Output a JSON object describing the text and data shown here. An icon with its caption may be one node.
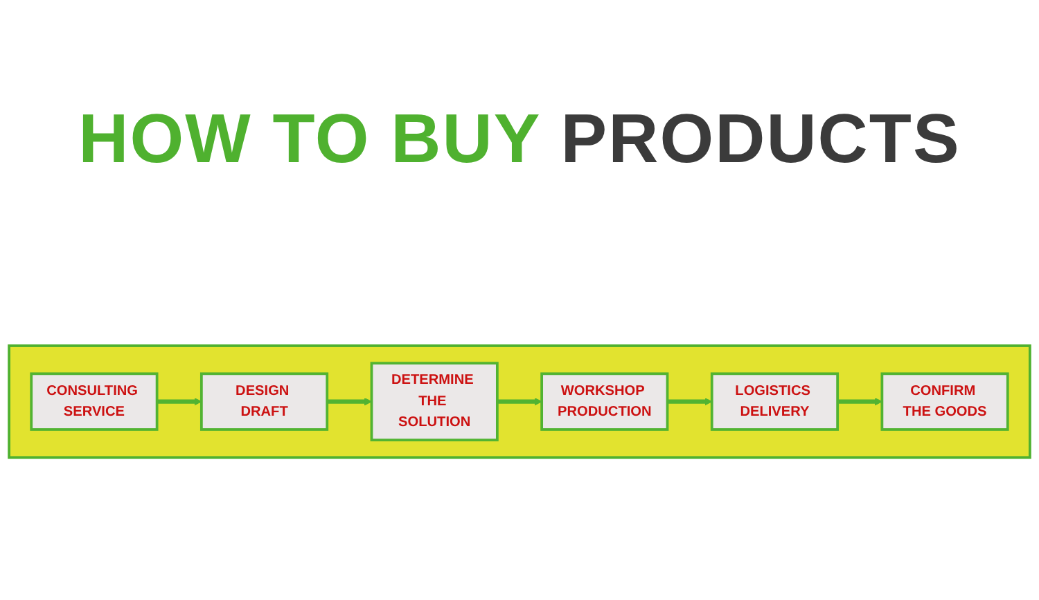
{
  "diagram": {
    "title": "HOW TO BUY PRODUCTS",
    "nodes": [
      {
        "text": [],
        "shape": "box"
      },
      {
        "text": [
          "CONSULTING SERVICE"
        ],
        "in": 0
      },
      {
        "text": [
          "DESIGN DRAFT"
        ],
        "in": 0
      },
      {
        "text": [
          "DETERMINE THE SOLUTION"
        ],
        "in": 0
      },
      {
        "text": [
          "WORKSHOP PRODUCTION"
        ],
        "in": 0
      },
      {
        "text": [
          "LOGISTICS DELIVERY"
        ],
        "in": 0
      },
      {
        "text": [
          "CONFIRM THE GOODS"
        ],
        "in": 0
      }
    ],
    "edges": [
      {
        "from": 1,
        "to": 2,
        "arrow": "to"
      },
      {
        "from": 2,
        "to": 3,
        "arrow": "to"
      },
      {
        "from": 3,
        "to": 4,
        "arrow": "to"
      },
      {
        "from": 4,
        "to": 5,
        "arrow": "to"
      },
      {
        "from": 5,
        "to": 6,
        "arrow": "to"
      }
    ]
  }
}
